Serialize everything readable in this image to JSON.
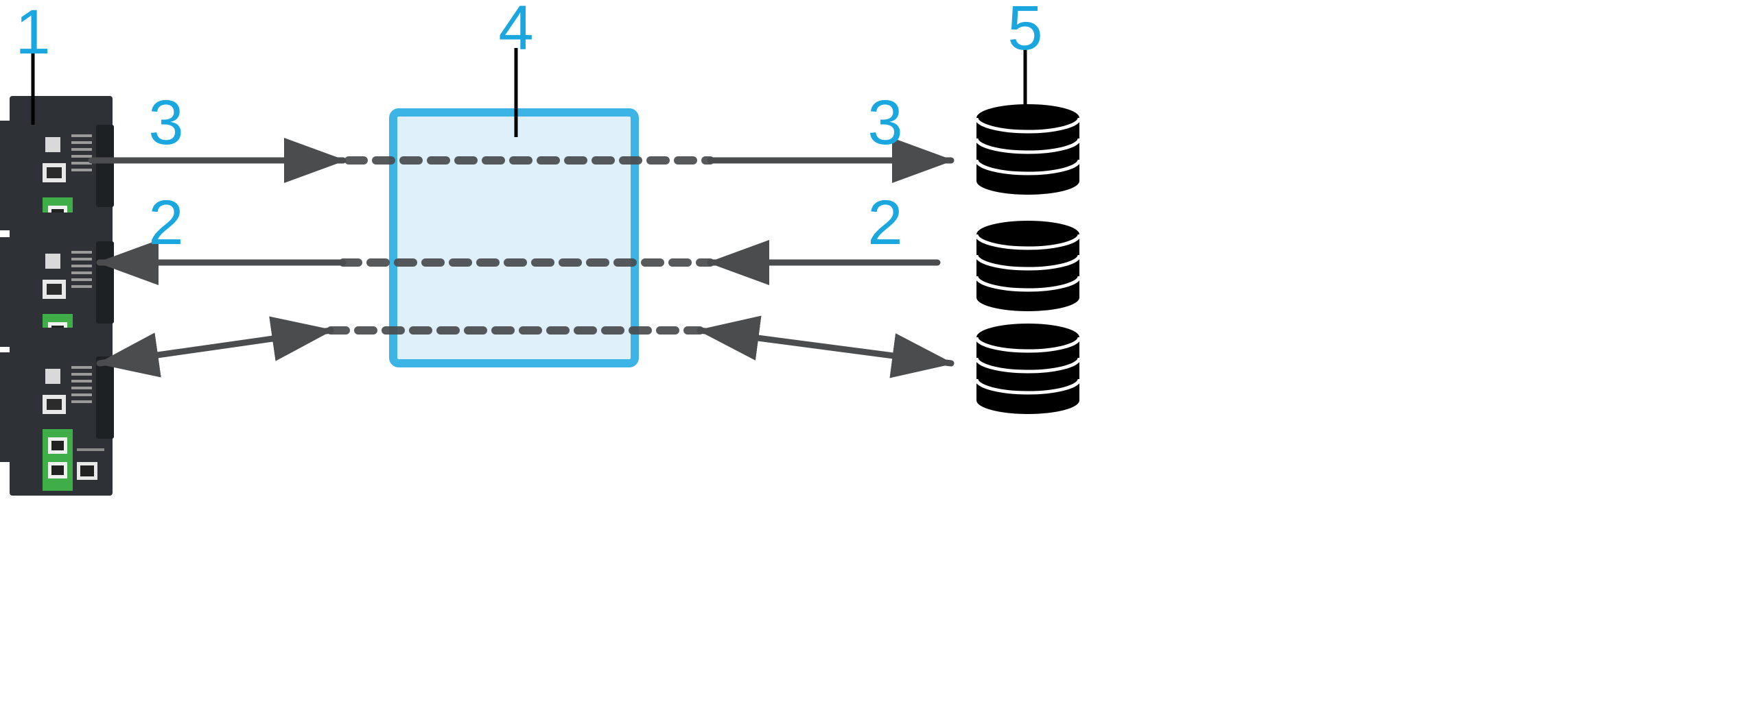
{
  "colors": {
    "callout": "#1aa7e0",
    "arrow": "#4a4c4e",
    "box_stroke": "#3cb4e6",
    "box_fill": "#d6ecf8",
    "leader": "#000000",
    "device_body": "#2e3236",
    "device_terminal": "#3fae49",
    "database": "#000000"
  },
  "icons": {
    "controller": "plc-controller-icon",
    "database": "database-icon"
  },
  "callouts": {
    "controller": "1",
    "request_top": "3",
    "response_left": "2",
    "box": "4",
    "request_right": "3",
    "response_right": "2",
    "database": "5"
  }
}
